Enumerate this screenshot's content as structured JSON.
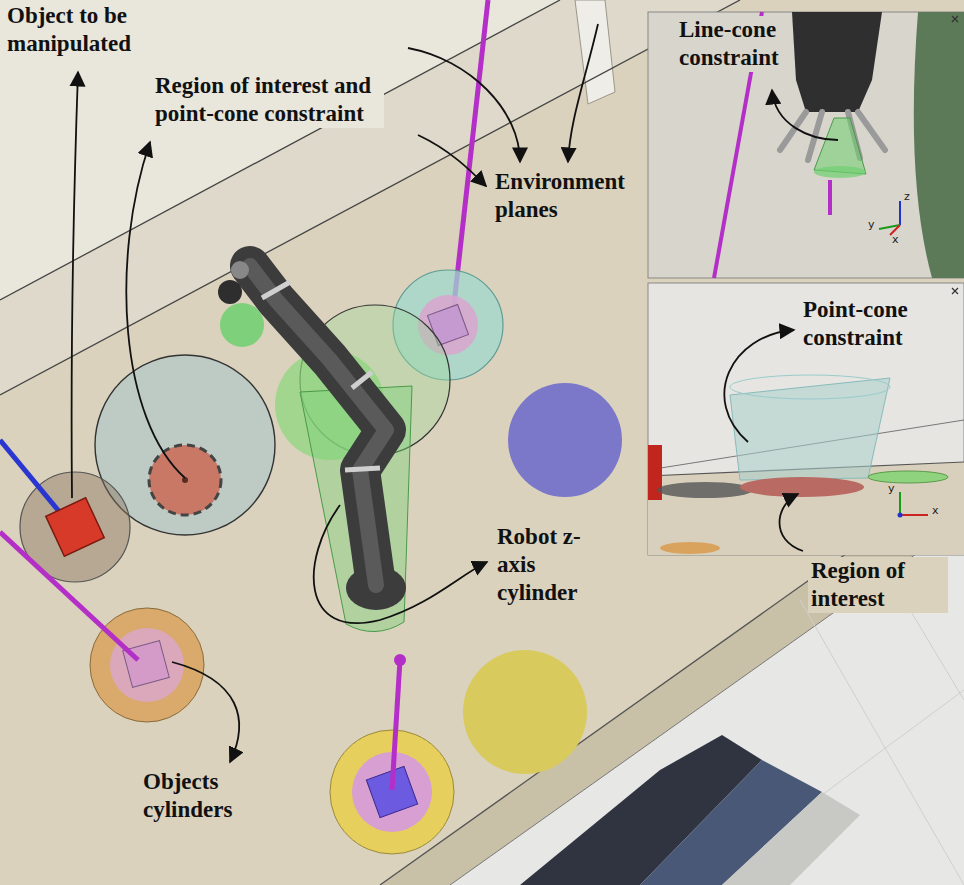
{
  "diagram": {
    "labels": [
      "Object to be manipulated",
      "Region of interest and point-cone constraint",
      "Line-cone constraint",
      "Environment planes",
      "Robot z-axis cylinder",
      "Objects cylinders",
      "Point-cone constraint",
      "Region of interest",
      "z",
      "y",
      "x",
      "y",
      "x"
    ]
  }
}
